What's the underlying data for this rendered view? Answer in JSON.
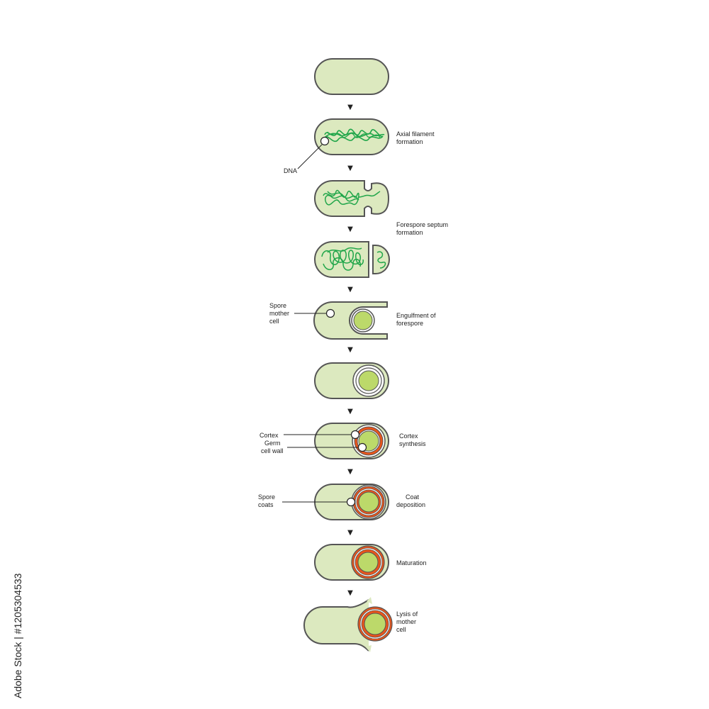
{
  "colors": {
    "cytoplasm": "#dce9bf",
    "membrane": "#555555",
    "spore_core": "#bcd96a",
    "dna": "#21a64a",
    "cortex": "#e8551c",
    "coat": "#ffffff"
  },
  "stages": [
    {
      "id": "vegetative-cell",
      "label": []
    },
    {
      "id": "axial-filament",
      "label": [
        "Axial filament",
        "formation"
      ]
    },
    {
      "id": "septum-start",
      "label": []
    },
    {
      "id": "forespore-septum",
      "label": [
        "Forespore septum",
        "formation"
      ]
    },
    {
      "id": "engulfment",
      "label": [
        "Engulfment of",
        "forespore"
      ]
    },
    {
      "id": "engulfment-complete",
      "label": []
    },
    {
      "id": "cortex-synthesis",
      "label": [
        "Cortex",
        "synthesis"
      ]
    },
    {
      "id": "coat-deposition",
      "label": [
        "Coat",
        "deposition"
      ]
    },
    {
      "id": "maturation",
      "label": [
        "Maturation"
      ]
    },
    {
      "id": "lysis",
      "label": [
        "Lysis of",
        "mother",
        "cell"
      ]
    }
  ],
  "callouts": {
    "dna": [
      "DNA"
    ],
    "spore_mother_cell": [
      "Spore",
      "mother",
      "cell"
    ],
    "cortex": [
      "Cortex"
    ],
    "germ_cell_wall": [
      "Germ",
      "cell wall"
    ],
    "spore_coats": [
      "Spore",
      "coats"
    ]
  },
  "arrow_glyph": "▼",
  "watermark": "Adobe Stock | #1205304533"
}
